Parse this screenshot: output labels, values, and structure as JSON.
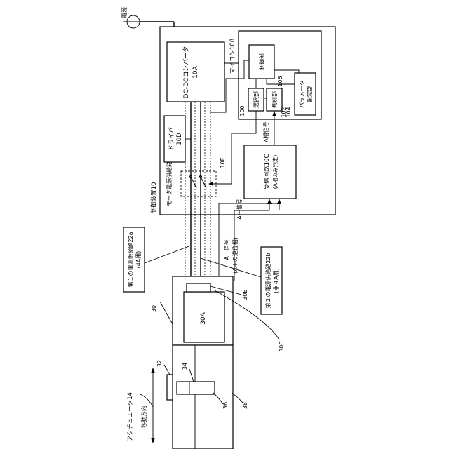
{
  "labels": {
    "power": "電源",
    "control_device": "制御装置10",
    "microcomputer": "マイコン108",
    "dcdc": "DC-DCコンバータ",
    "dcdc_ref": "10A",
    "control_unit": "制御部",
    "control_unit_ref": "106",
    "parameter": "パラメータ",
    "parameter2": "設定部",
    "parameter_ref": "104",
    "selector": "選択部",
    "selector_ref": "100",
    "discriminator": "判別部",
    "discriminator_ref": "102",
    "driver": "ドライバ",
    "driver_ref": "10D",
    "receiver": "受信回路10C",
    "receiver_sub": "(A相のみ判定)",
    "a_phase_signal": "A相信号",
    "a_plus_signal": "A＋信号",
    "motor_supply_path": "モータ電源供給路",
    "switch_ref": "10E",
    "a_minus_signal": "A－信号",
    "a_minus_sub": "(A＋の逆位相)",
    "first_path": "第１の電源供給路22a",
    "first_path_sub": "(4A用)",
    "second_path": "第２の電源供給路22b",
    "second_path_sub": "(非４A用)",
    "ref_30": "30",
    "ref_30a": "30A",
    "ref_30b": "30B",
    "ref_30c": "30C",
    "ref_32": "32",
    "ref_34": "34",
    "ref_36": "36",
    "ref_38": "38",
    "actuator": "アクチュエータ14",
    "move_dir": "移動方向"
  }
}
